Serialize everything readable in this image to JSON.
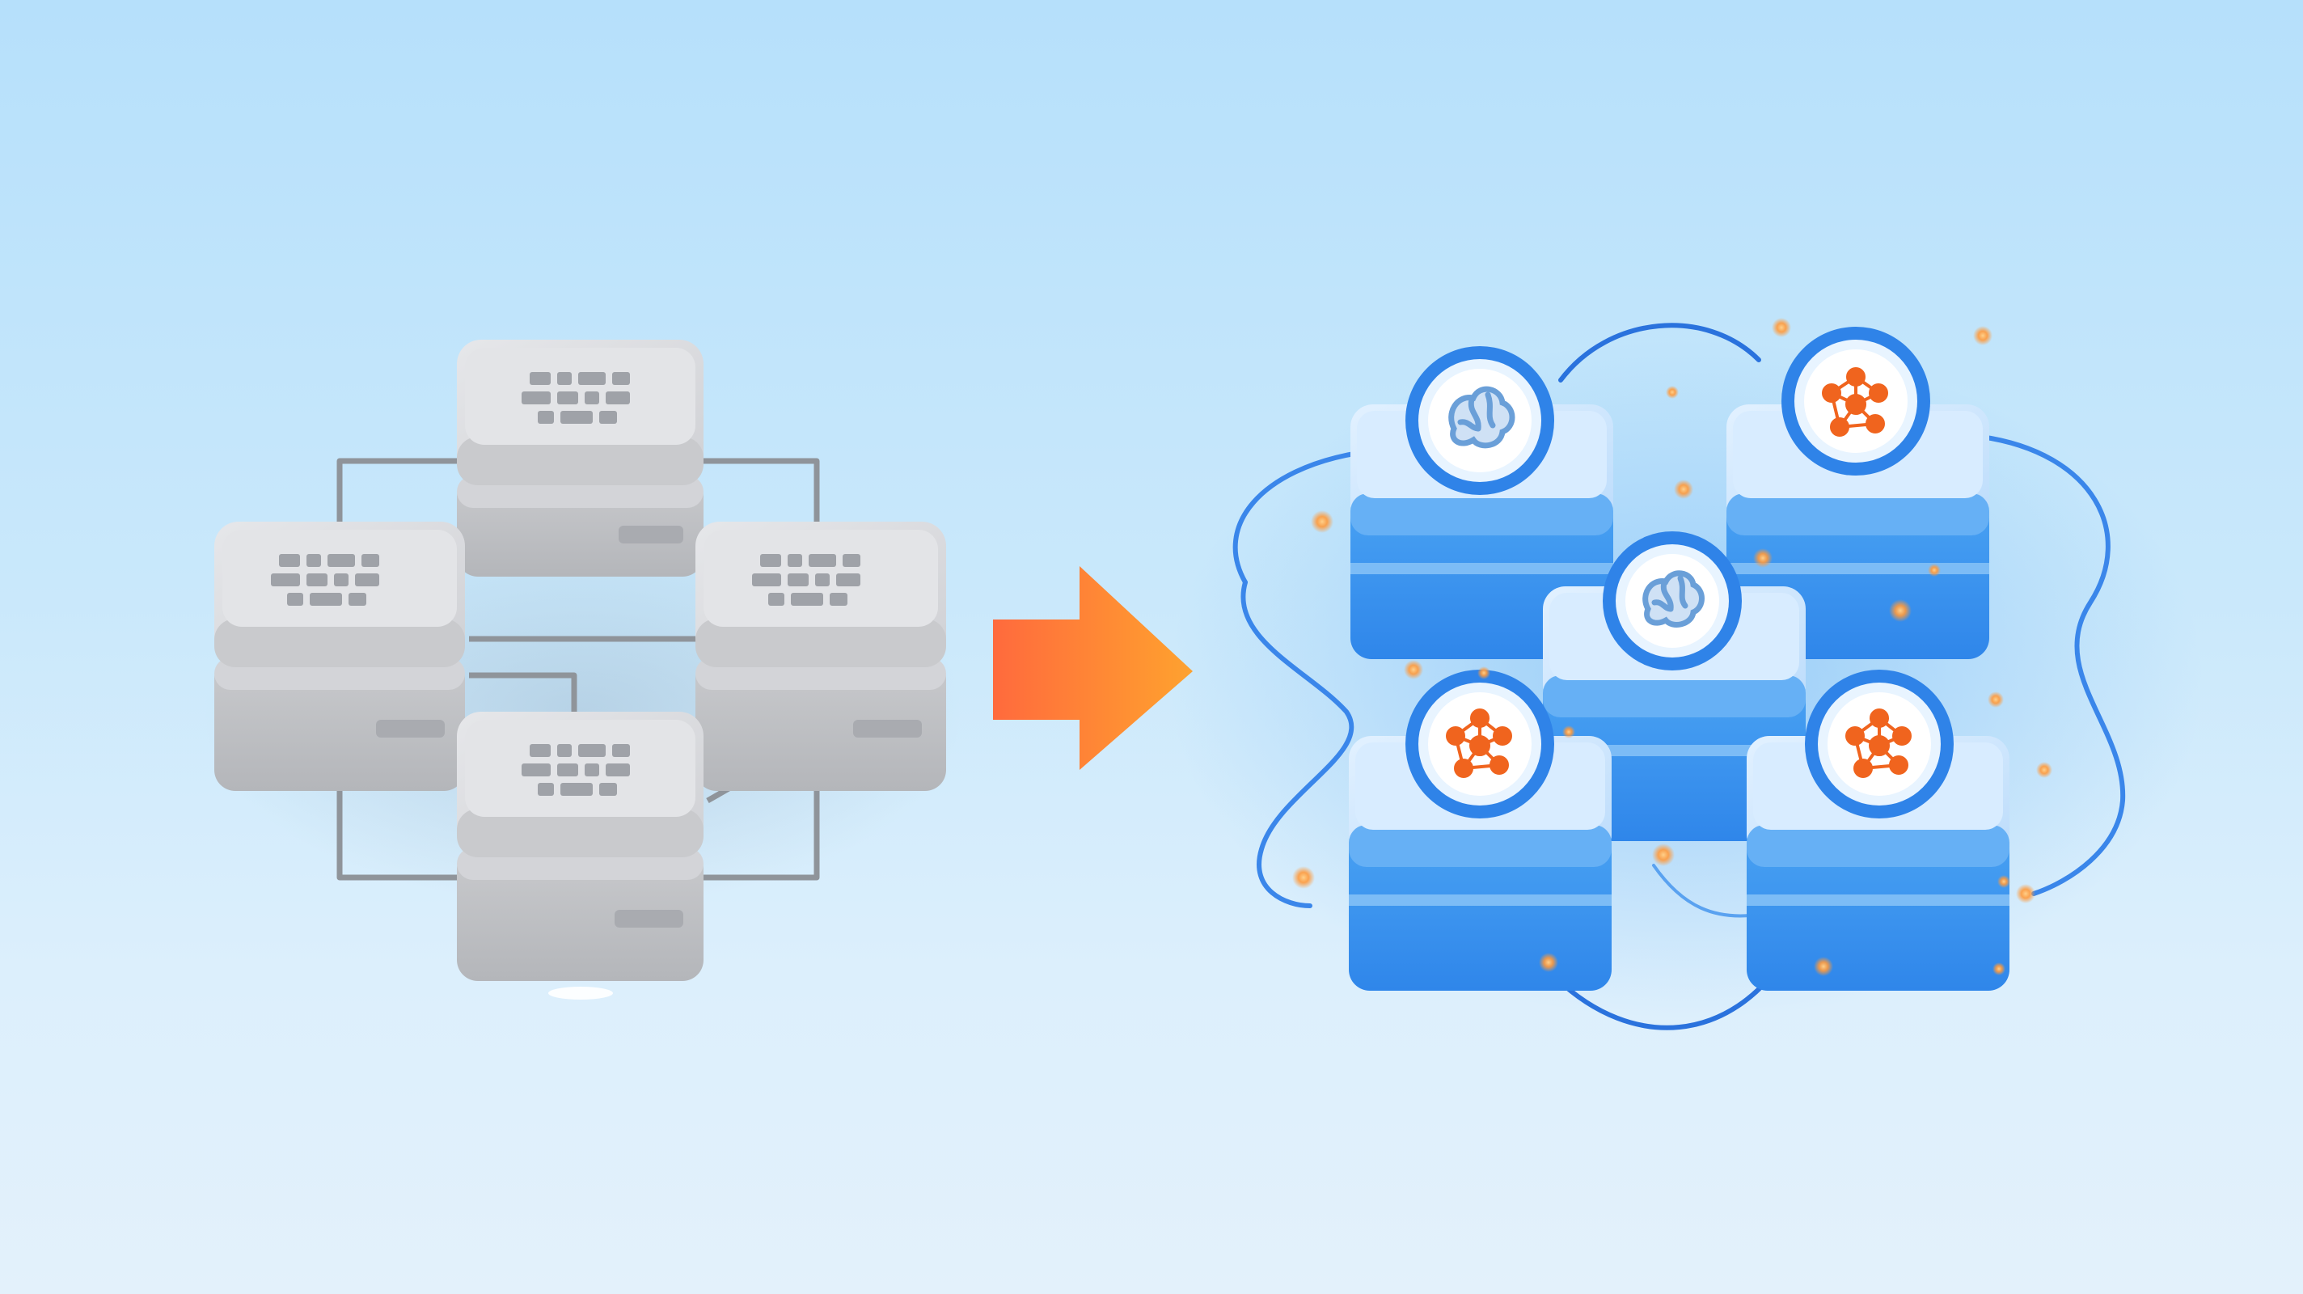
{
  "colors": {
    "background_top": "#b6e0fb",
    "background_bottom": "#e3f1fb",
    "legacy_box_top": "#dcdde0",
    "legacy_box_side": "#c6c7cb",
    "legacy_connector": "#8f949a",
    "arrow_start": "#ff6a3d",
    "arrow_end": "#ffa22e",
    "modern_box_top": "#cfe8fd",
    "modern_box_front": "#3d97ef",
    "modern_ring": "#2f83e8",
    "modern_link": "#2a72dd",
    "node_accent": "#f0641e",
    "glow_particle": "#ff9a3c"
  },
  "diagram": {
    "left_group": {
      "label": "",
      "node_count": 4,
      "node_icon": "data-grid-icon",
      "connector": "orthogonal-lines"
    },
    "transition": {
      "icon": "arrow-right-icon"
    },
    "right_group": {
      "label": "",
      "node_count": 5,
      "node_icons": [
        "brain-icon",
        "network-graph-icon",
        "brain-icon",
        "network-graph-icon",
        "network-graph-icon"
      ],
      "connector": "curved-flow-lines"
    }
  }
}
